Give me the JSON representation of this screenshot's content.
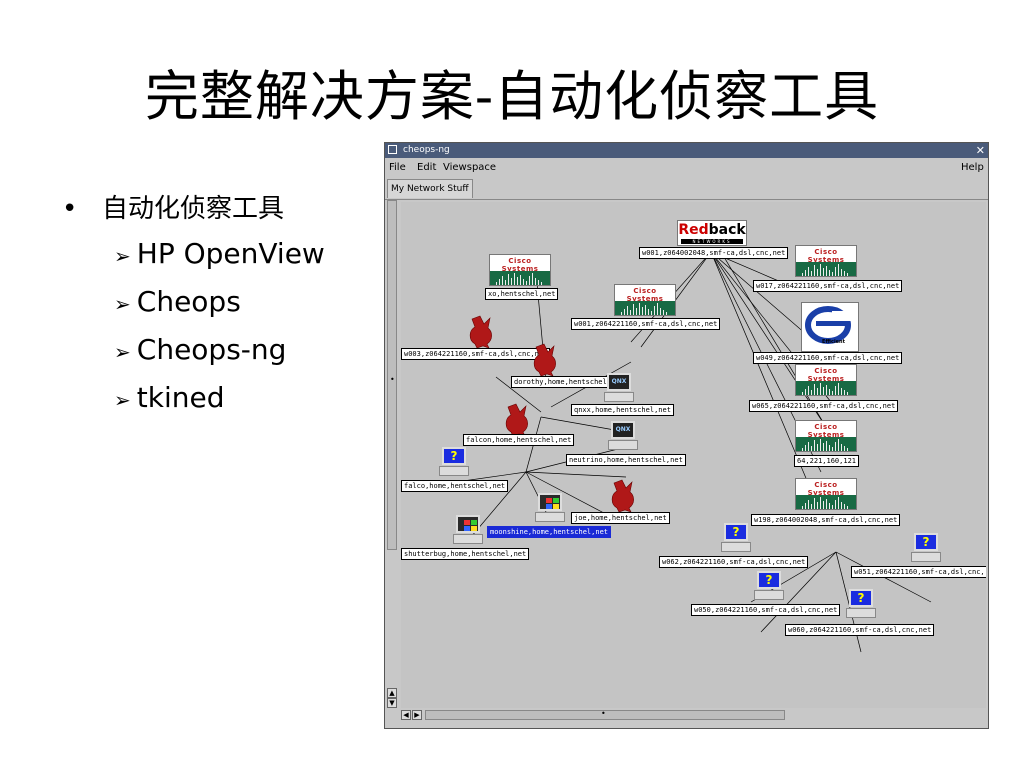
{
  "slide": {
    "title": "完整解决方案-自动化侦察工具",
    "bullet": "自动化侦察工具",
    "subbullets": [
      "HP OpenView",
      "Cheops",
      "Cheops-ng",
      "tkined"
    ]
  },
  "window": {
    "title": "cheops-ng",
    "menus": {
      "file": "File",
      "edit": "Edit",
      "viewspace": "Viewspace",
      "help": "Help"
    },
    "tab": "My Network Stuff"
  },
  "logos": {
    "cisco": "Cisco Systems",
    "redback_red": "Red",
    "redback_black": "back",
    "redback_sub": "NETWORKS",
    "efficient": "Efficient"
  },
  "nodes": {
    "redback": "w001,z064002048,smf-ca,dsl,cnc,net",
    "xo": "xo,hentschel,net",
    "w001b": "w001,z064221160,smf-ca,dsl,cnc,net",
    "w017": "w017,z064221160,smf-ca,dsl,cnc,net",
    "w003": "w003,z064221160,smf-ca,dsl,cnc,net",
    "w049": "w049,z064221160,smf-ca,dsl,cnc,net",
    "dorothy": "dorothy,home,hentschel,net",
    "qnxx": "qnxx,home,hentschel,net",
    "w065": "w065,z064221160,smf-ca,dsl,cnc,net",
    "falcon": "falcon,home,hentschel,net",
    "neutrino": "neutrino,home,hentschel,net",
    "ip121": "64,221,160,121",
    "falco": "falco,home,hentschel,net",
    "joe": "joe,home,hentschel,net",
    "w198": "w198,z064002048,smf-ca,dsl,cnc,net",
    "moonshine": "moonshine,home,hentschel,net",
    "shutterbug": "shutterbug,home,hentschel,net",
    "w062": "w062,z064221160,smf-ca,dsl,cnc,net",
    "w051": "w051,z064221160,smf-ca,dsl,cnc,",
    "w050": "w050,z064221160,smf-ca,dsl,cnc,net",
    "w060": "w060,z064221160,smf-ca,dsl,cnc,net"
  },
  "icons": {
    "unknown": "?",
    "qnx": "QNX"
  },
  "colors": {
    "titlebar": "#4a5b7a",
    "selection": "#1a2ad6",
    "cisco_green": "#186a44"
  }
}
